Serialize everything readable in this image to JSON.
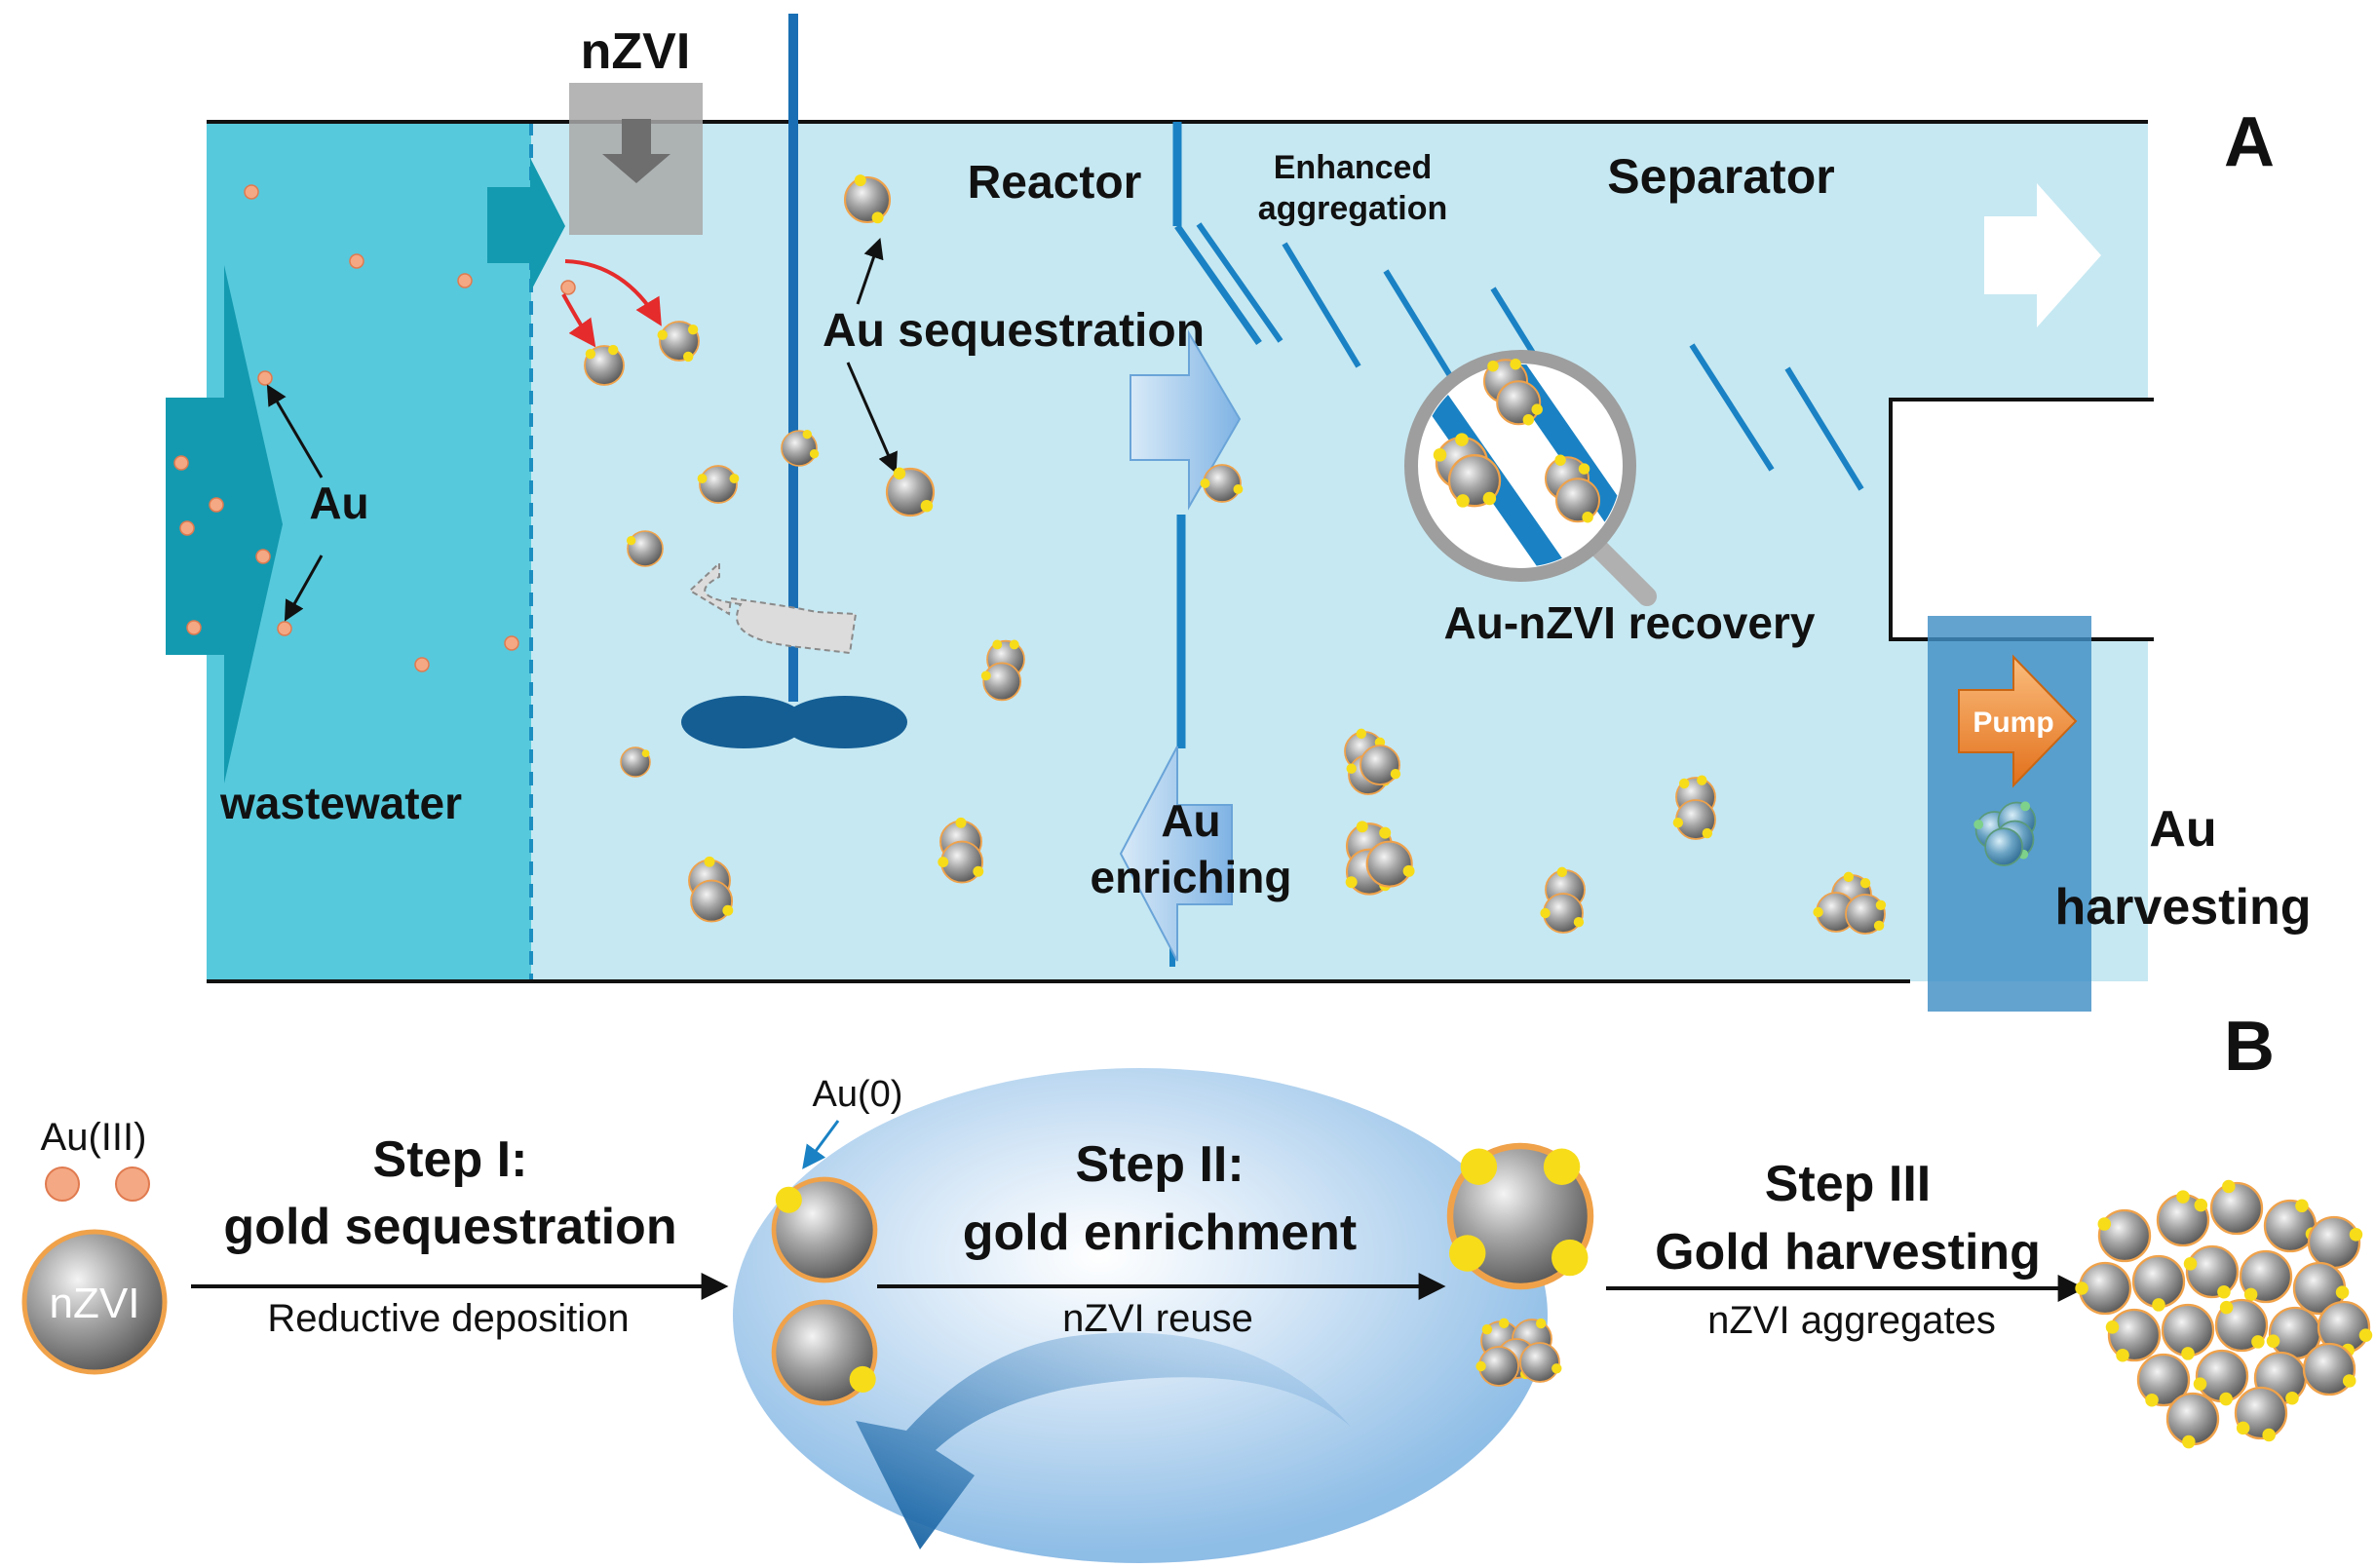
{
  "panel_a": {
    "panel_letter": "A",
    "nzvi_label": "nZVI",
    "reactor_label": "Reactor",
    "enhanced_label_line1": "Enhanced",
    "enhanced_label_line2": "aggregation",
    "separator_label": "Separator",
    "au_label": "Au",
    "wastewater_label": "wastewater",
    "sequestration_label": "Au sequestration",
    "recovery_label": "Au-nZVI recovery",
    "enriching_line1": "Au",
    "enriching_line2": "enriching",
    "pump_label": "Pump",
    "harvest_line1": "Au",
    "harvest_line2": "harvesting"
  },
  "panel_b": {
    "panel_letter": "B",
    "au3_label": "Au(III)",
    "nzvi_particle_label": "nZVI",
    "au0_label": "Au(0)",
    "step1_title": "Step I:",
    "step1_subtitle": "gold sequestration",
    "step1_caption": "Reductive deposition",
    "step2_title": "Step II:",
    "step2_subtitle": "gold enrichment",
    "step2_caption": "nZVI reuse",
    "step3_title": "Step III",
    "step3_subtitle": "Gold harvesting",
    "step3_caption": "nZVI aggregates"
  },
  "colors": {
    "tank_fill": "#c6e8f2",
    "wastewater_fill": "#57c9dc",
    "wastewater_arrow": "#139ab0",
    "baffle_blue": "#1a82c4",
    "impeller": "#145e94",
    "gold": "#f7dc1a",
    "au_ion": "#f4a883",
    "particle_gray": "#9a9a9a",
    "pump_orange": "#f08a2a",
    "harvest_box": "#3f8fc6",
    "ellipse_blue": "#9fc7ea"
  }
}
